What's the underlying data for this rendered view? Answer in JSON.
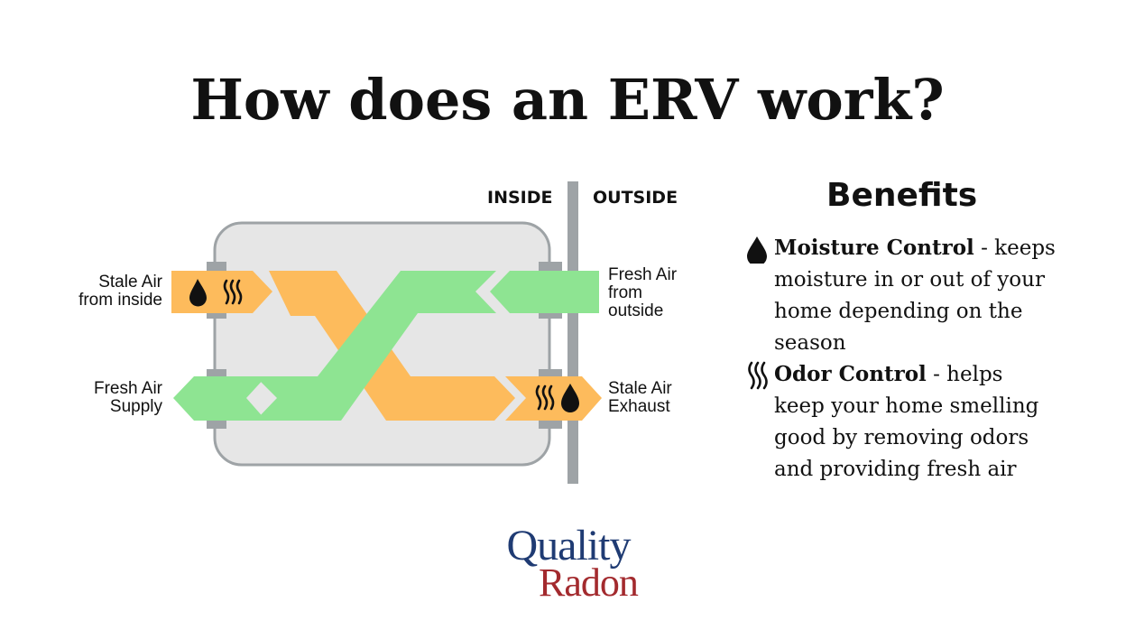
{
  "title": "How does an ERV work?",
  "diagram": {
    "inside_label": "INSIDE",
    "outside_label": "OUTSIDE",
    "flows": {
      "stale_air_from_inside": [
        "Stale Air",
        "from inside"
      ],
      "fresh_air_supply": [
        "Fresh Air",
        "Supply"
      ],
      "fresh_air_from_outside": [
        "Fresh Air",
        "from",
        "outside"
      ],
      "stale_air_exhaust": [
        "Stale Air",
        "Exhaust"
      ]
    },
    "colors": {
      "stale": "#fdbb5c",
      "fresh": "#8ee492",
      "housing": "#e6e6e6",
      "wall": "#9ea3a6"
    },
    "icons": {
      "moisture": "water-drop-icon",
      "odor": "odor-waves-icon"
    }
  },
  "benefits": {
    "title": "Benefits",
    "items": [
      {
        "icon": "water-drop-icon",
        "name": "Moisture Control",
        "desc": " - keeps moisture in or out of your home depending on the season"
      },
      {
        "icon": "odor-waves-icon",
        "name": "Odor Control",
        "desc": " - helps keep your home smelling good by removing odors and providing fresh air"
      }
    ]
  },
  "logo": {
    "line1": "Quality",
    "line2": "Radon",
    "colors": {
      "line1": "#1f3b73",
      "line2": "#a32a2e"
    }
  }
}
